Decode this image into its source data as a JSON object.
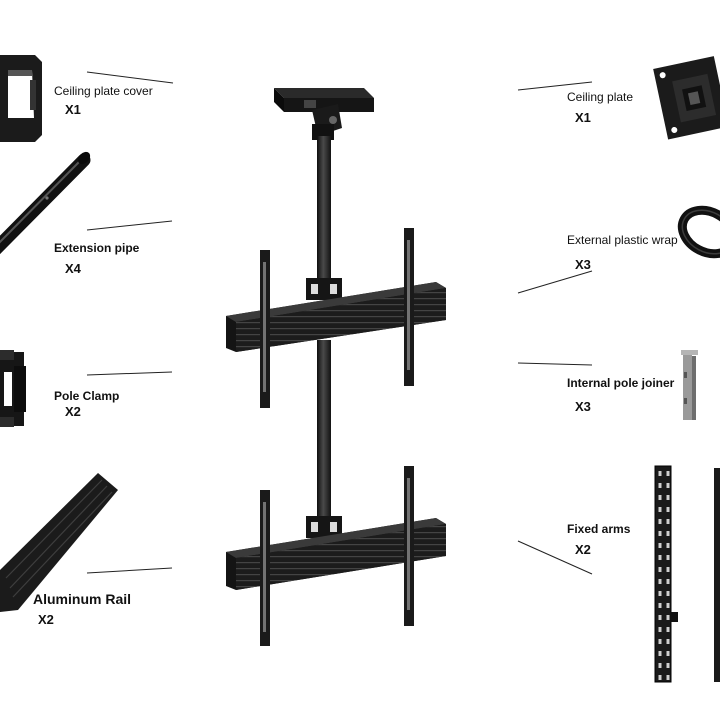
{
  "parts": [
    {
      "id": "ceiling-plate-cover",
      "name": "Ceiling plate cover",
      "qty": "X1"
    },
    {
      "id": "ceiling-plate",
      "name": "Ceiling plate",
      "qty": "X1"
    },
    {
      "id": "extension-pipe",
      "name": "Extension pipe",
      "qty": "X4"
    },
    {
      "id": "external-plastic-wrap",
      "name": "External plastic wrap",
      "qty": "X3"
    },
    {
      "id": "pole-clamp",
      "name": "Pole Clamp",
      "qty": "X2"
    },
    {
      "id": "internal-pole-joiner",
      "name": "Internal pole joiner",
      "qty": "X3"
    },
    {
      "id": "aluminum-rail",
      "name": "Aluminum Rail",
      "qty": "X2"
    },
    {
      "id": "fixed-arms",
      "name": "Fixed arms",
      "qty": "X2"
    }
  ],
  "colors": {
    "metal": "#1b1b1b",
    "metal_light": "#3a3a3a",
    "leader": "#222222",
    "joiner": "#9a9a9a"
  }
}
